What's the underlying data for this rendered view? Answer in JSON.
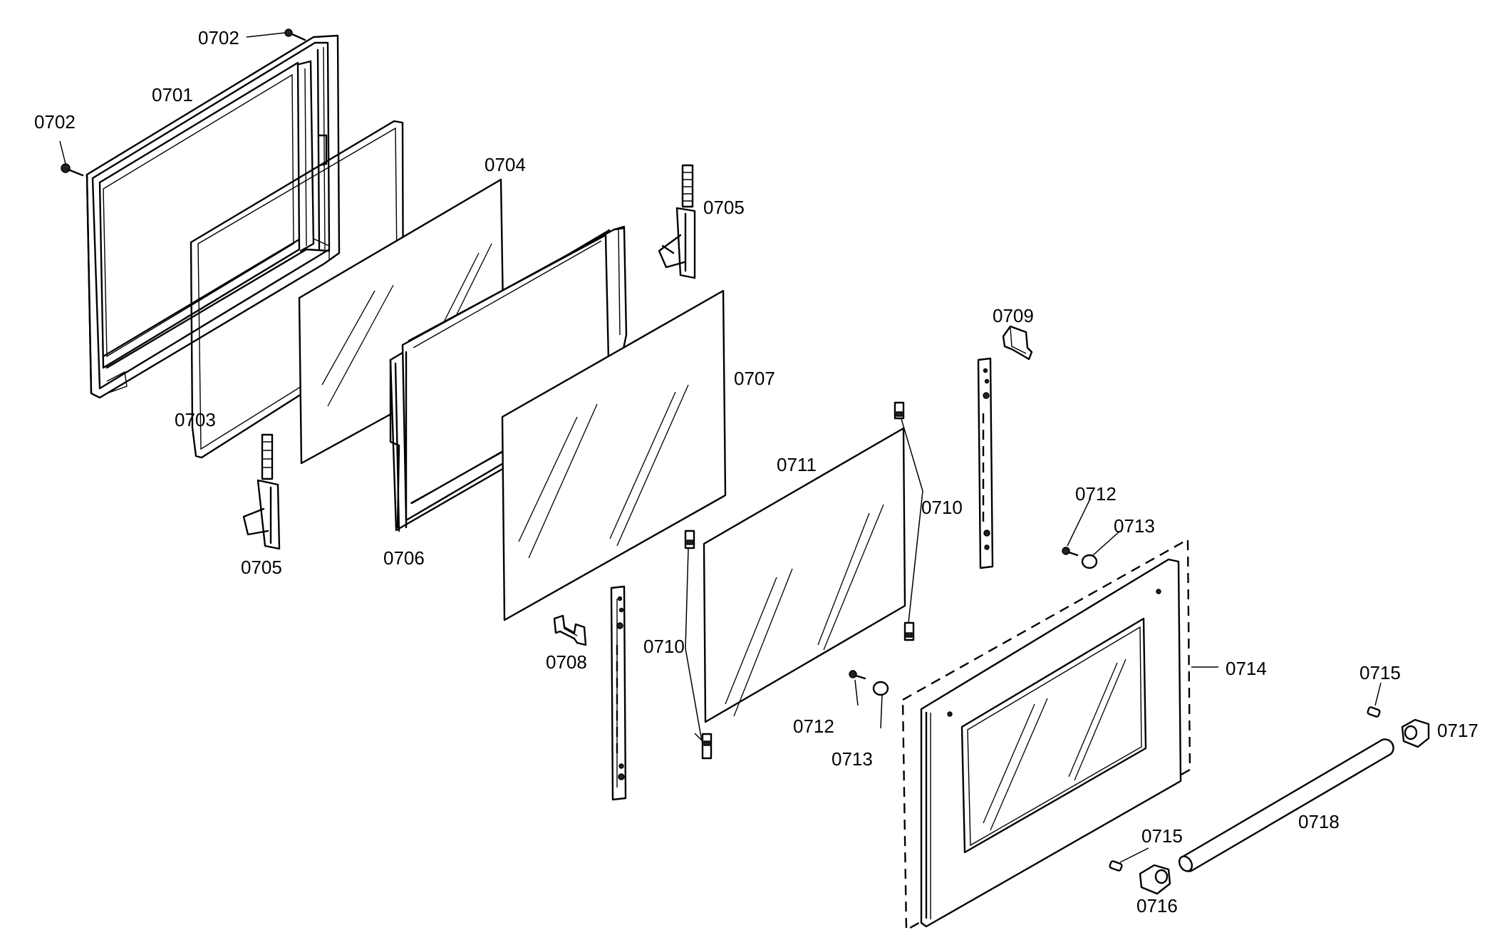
{
  "labels": {
    "p0701": "0701",
    "p0702a": "0702",
    "p0702b": "0702",
    "p0703": "0703",
    "p0704": "0704",
    "p0705a": "0705",
    "p0705b": "0705",
    "p0706": "0706",
    "p0707": "0707",
    "p0708": "0708",
    "p0709": "0709",
    "p0710a": "0710",
    "p0710b": "0710",
    "p0711": "0711",
    "p0712a": "0712",
    "p0712b": "0712",
    "p0713a": "0713",
    "p0713b": "0713",
    "p0714": "0714",
    "p0715a": "0715",
    "p0715b": "0715",
    "p0716": "0716",
    "p0717": "0717",
    "p0718": "0718"
  }
}
